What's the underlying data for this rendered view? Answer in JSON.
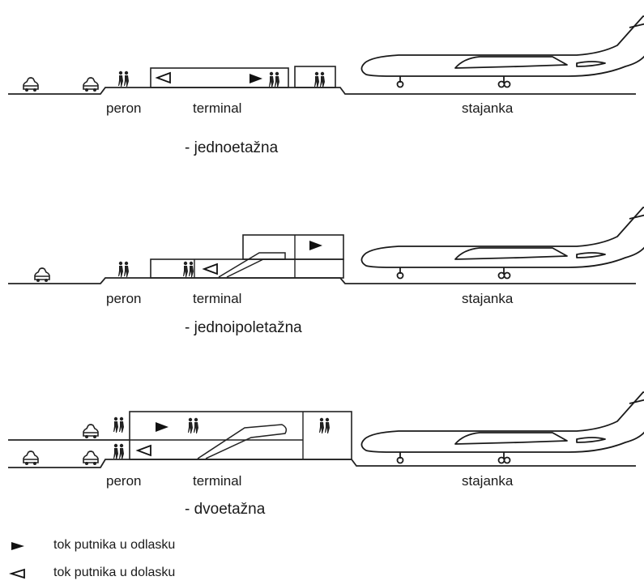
{
  "diagrams": [
    {
      "labels": {
        "peron": "peron",
        "terminal": "terminal",
        "stajanka": "stajanka"
      },
      "caption": "- jednoetažna"
    },
    {
      "labels": {
        "peron": "peron",
        "terminal": "terminal",
        "stajanka": "stajanka"
      },
      "caption": "- jednoipoletažna"
    },
    {
      "labels": {
        "peron": "peron",
        "terminal": "terminal",
        "stajanka": "stajanka"
      },
      "caption": "- dvoetažna"
    }
  ],
  "legend": [
    {
      "symbol": "filled-triangle-icon",
      "text": "tok putnika u odlasku"
    },
    {
      "symbol": "open-triangle-icon",
      "text": "tok putnika u dolasku"
    }
  ]
}
